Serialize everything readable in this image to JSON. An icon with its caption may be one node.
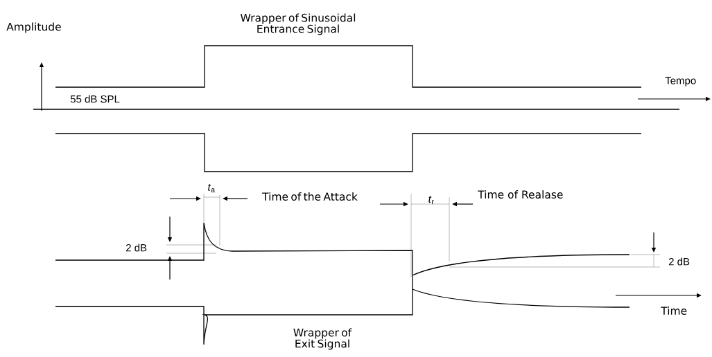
{
  "diagram": {
    "labels": [
      "Amplitude",
      "Wrapper of Sinusoidal Entrance Signal",
      "55 dB SPL",
      "Tempo",
      "*t*$_{a}$",
      "Time of the Attack",
      "*t*$_{r}$",
      "Time of Realase",
      "2 dB",
      "2 dB",
      "Time",
      "Wrapper of Exit Signal"
    ]
  }
}
